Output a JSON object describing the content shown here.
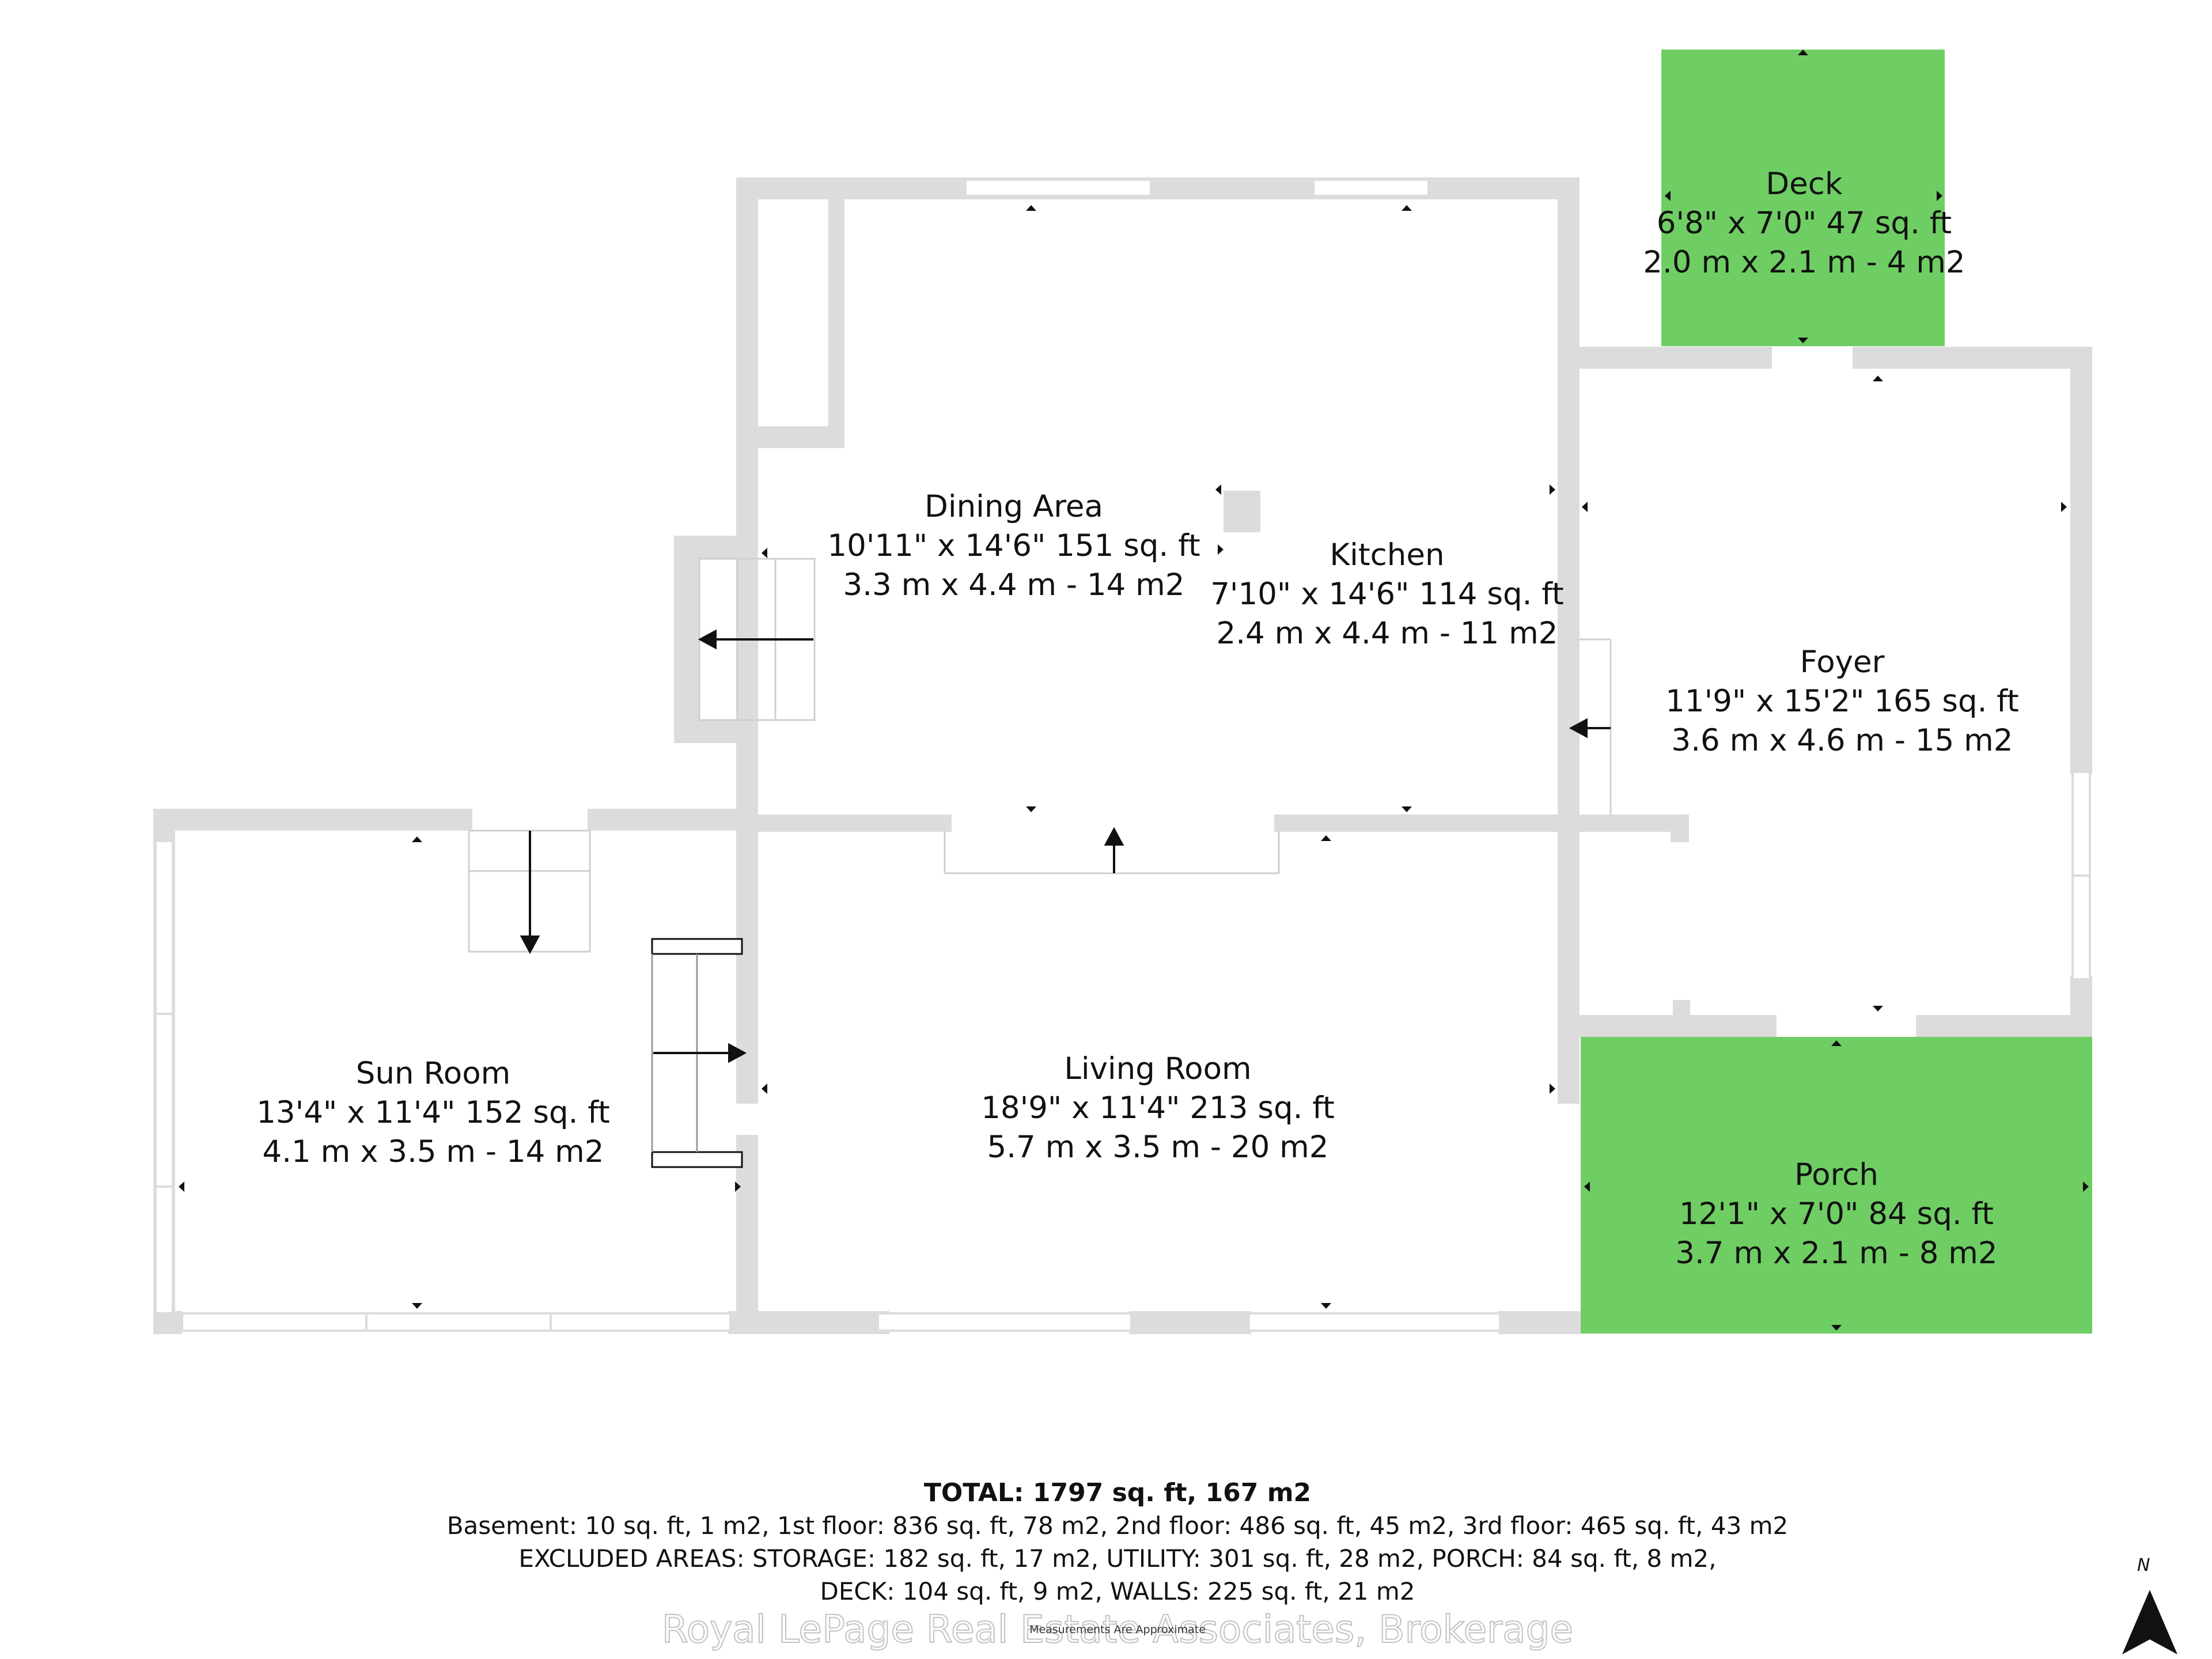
{
  "rooms": [
    {
      "id": "deck",
      "name": "Deck",
      "imperial": "6'8\" x 7'0\" 47 sq. ft",
      "metric": "2.0 m x 2.1 m - 4 m2"
    },
    {
      "id": "dining",
      "name": "Dining Area",
      "imperial": "10'11\" x 14'6\" 151 sq. ft",
      "metric": "3.3 m x 4.4 m - 14 m2"
    },
    {
      "id": "kitchen",
      "name": "Kitchen",
      "imperial": "7'10\" x 14'6\" 114 sq. ft",
      "metric": "2.4 m x 4.4 m - 11 m2"
    },
    {
      "id": "foyer",
      "name": "Foyer",
      "imperial": "11'9\" x 15'2\" 165 sq. ft",
      "metric": "3.6 m x 4.6 m - 15 m2"
    },
    {
      "id": "sunroom",
      "name": "Sun Room",
      "imperial": "13'4\" x 11'4\" 152 sq. ft",
      "metric": "4.1 m x 3.5 m - 14 m2"
    },
    {
      "id": "living",
      "name": "Living Room",
      "imperial": "18'9\" x 11'4\" 213 sq. ft",
      "metric": "5.7 m x 3.5 m - 20 m2"
    },
    {
      "id": "porch",
      "name": "Porch",
      "imperial": "12'1\" x 7'0\" 84 sq. ft",
      "metric": "3.7 m x 2.1 m - 8 m2"
    }
  ],
  "summary": {
    "total": "TOTAL: 1797 sq. ft, 167 m2",
    "line1": "Basement: 10 sq. ft, 1 m2, 1st floor: 836 sq. ft, 78 m2, 2nd floor: 486 sq. ft, 45 m2, 3rd floor: 465 sq. ft, 43 m2",
    "line2": "EXCLUDED AREAS: STORAGE: 182 sq. ft, 17 m2, UTILITY: 301 sq. ft, 28 m2, PORCH: 84 sq. ft, 8 m2,",
    "line3": "DECK: 104 sq. ft, 9 m2, WALLS: 225 sq. ft, 21 m2"
  },
  "note": "Measurements Are Approximate",
  "watermark": "Royal LePage Real Estate Associates, Brokerage",
  "compass": {
    "label": "N"
  },
  "colors": {
    "wall": "#dcdcdc",
    "exterior": "#6fce63",
    "ink": "#111111",
    "window": "#ffffff"
  }
}
